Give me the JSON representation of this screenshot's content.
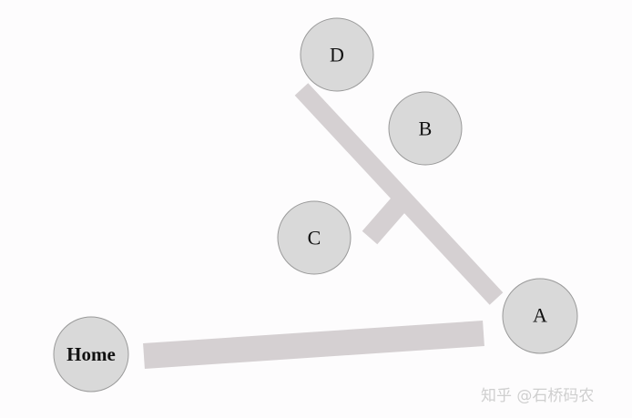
{
  "nodes": {
    "home": "Home",
    "a": "A",
    "b": "B",
    "c": "C",
    "d": "D"
  },
  "watermark": "知乎 @石桥码农",
  "colors": {
    "road": "#d5d0d2",
    "node_fill": "#d9d9d9",
    "node_stroke": "#9a9a9a"
  }
}
